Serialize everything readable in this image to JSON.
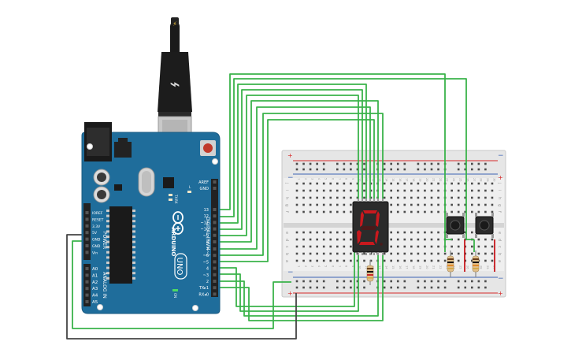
{
  "arduino": {
    "brand": "ARDUINO",
    "model": "UNO",
    "digital_header": "DIGITAL (PWM~)",
    "power_header": "POWER",
    "analog_header": "ANALOG IN",
    "on_label": "ON",
    "tx_label": "TX",
    "rx_label": "RX",
    "led_l_label": "L",
    "digital_pins": [
      "AREF",
      "GND",
      "13",
      "12",
      "~11",
      "~10",
      "~9",
      "8",
      "7",
      "~6",
      "~5",
      "4",
      "~3",
      "2",
      "TX▸1",
      "RX◂0"
    ],
    "power_pins": [
      "IOREF",
      "RESET",
      "3.3V",
      "5V",
      "GND",
      "GND",
      "Vin"
    ],
    "analog_pins": [
      "A0",
      "A1",
      "A2",
      "A3",
      "A4",
      "A5"
    ]
  },
  "breadboard": {
    "plus": "+",
    "minus": "−",
    "column_numbers": [
      "1",
      "2",
      "3",
      "4",
      "5",
      "6",
      "7",
      "8",
      "9",
      "10",
      "11",
      "12",
      "13",
      "14",
      "15",
      "16",
      "17",
      "18",
      "19",
      "20",
      "21",
      "22",
      "23",
      "24",
      "25",
      "26",
      "27",
      "28",
      "29",
      "30"
    ],
    "top_rows": [
      "j",
      "i",
      "h",
      "g",
      "f"
    ],
    "bottom_rows": [
      "e",
      "d",
      "c",
      "b",
      "a"
    ]
  },
  "display": {
    "digit": "0"
  },
  "colors": {
    "board": "#1F6D9B",
    "wire_green": "#3AB34A",
    "wire_black": "#444444",
    "segment_on": "#C8191E",
    "rail_red": "#D62A2A",
    "rail_blue": "#3C63B4"
  }
}
